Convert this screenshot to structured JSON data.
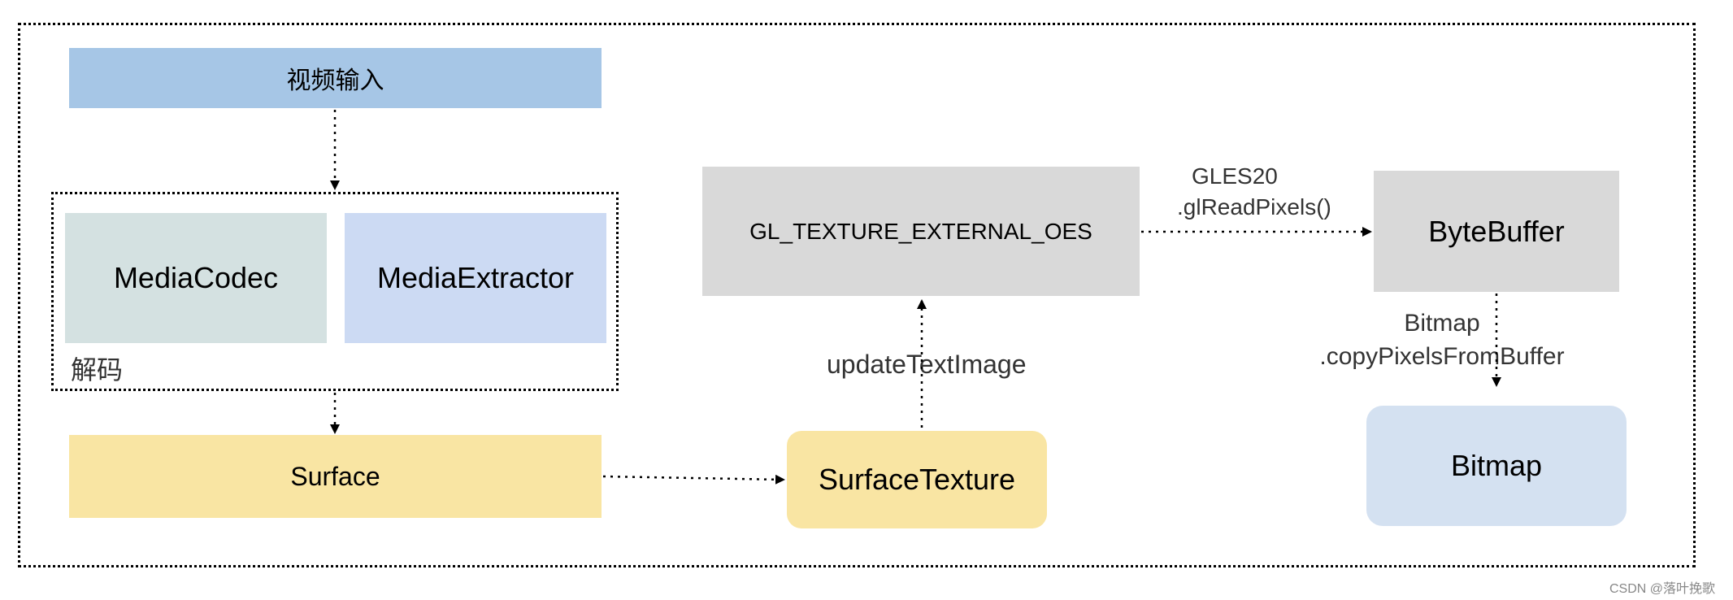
{
  "nodes": {
    "video_input": "视频输入",
    "mediacodec": "MediaCodec",
    "mediaextractor": "MediaExtractor",
    "decoder_group": "解码",
    "surface": "Surface",
    "surfacetexture": "SurfaceTexture",
    "gl_texture": "GL_TEXTURE_EXTERNAL_OES",
    "bytebuffer": "ByteBuffer",
    "bitmap": "Bitmap"
  },
  "edges": {
    "update_text_image": "updateTextImage",
    "gles_line1": "GLES20",
    "gles_line2": ".glReadPixels()",
    "bitmap_line1": "Bitmap",
    "bitmap_line2": ".copyPixelsFromBuffer"
  },
  "watermark": "CSDN @落叶挽歌",
  "colors": {
    "video_input": "#a6c6e6",
    "mediacodec": "#d4e1e1",
    "mediaextractor": "#ccdaf3",
    "surface": "#f9e5a3",
    "surfacetexture": "#f9e5a3",
    "gl_texture": "#d9d9d9",
    "bytebuffer": "#d9d9d9",
    "bitmap": "#d4e1f1"
  }
}
